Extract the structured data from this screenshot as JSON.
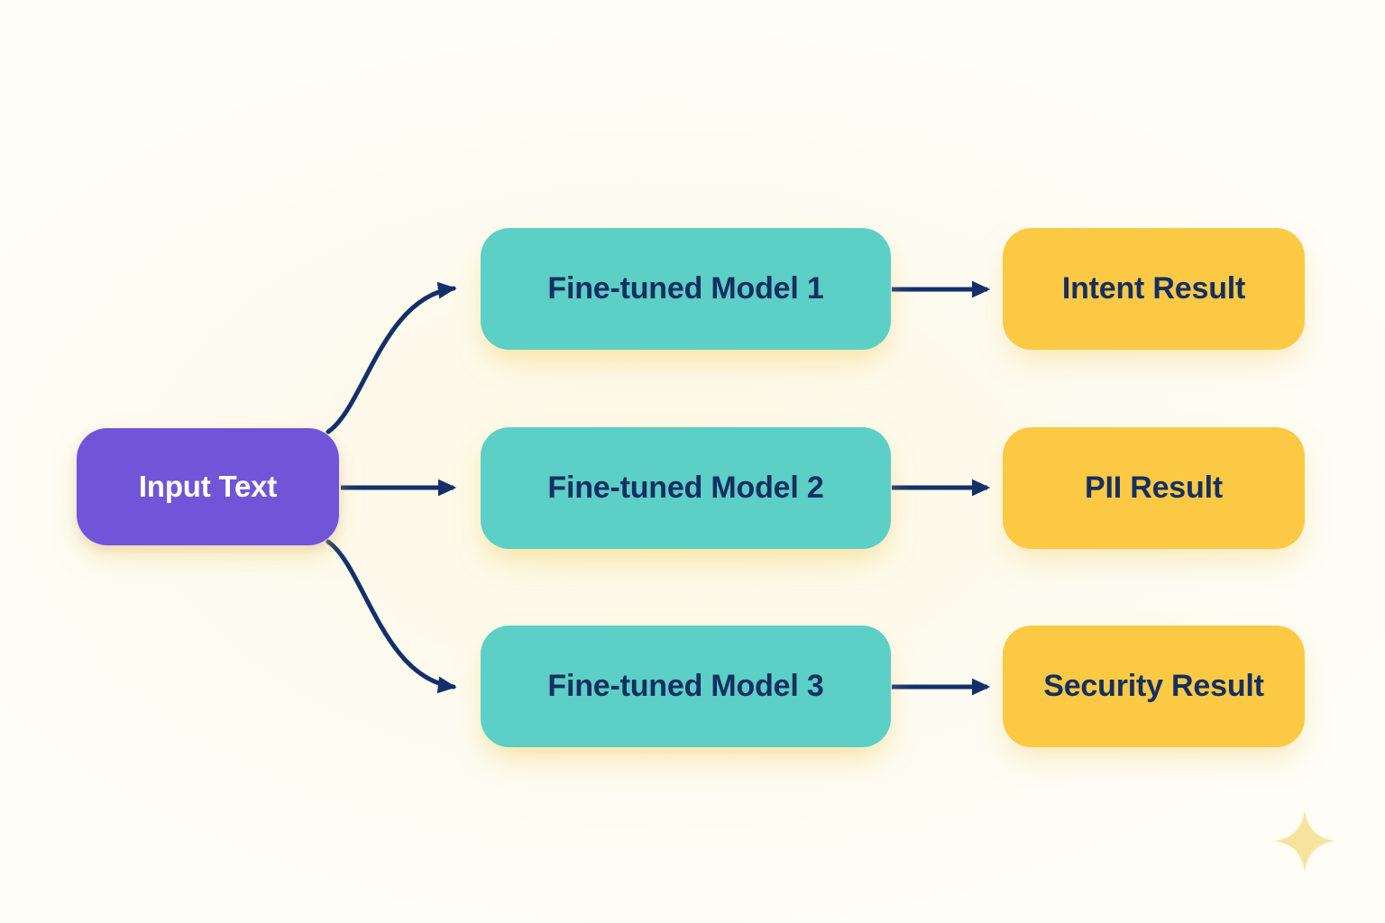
{
  "diagram": {
    "title": "Input Text routed to three fine-tuned models producing three results",
    "background_color": "#fdfcf3",
    "nodes": {
      "input": {
        "label": "Input Text",
        "color": "#7055d8",
        "text_color": "#ffffff"
      },
      "models": [
        {
          "label": "Fine-tuned Model 1",
          "color": "#5ccfc6",
          "text_color": "#152f61"
        },
        {
          "label": "Fine-tuned Model 2",
          "color": "#5ccfc6",
          "text_color": "#152f61"
        },
        {
          "label": "Fine-tuned Model 3",
          "color": "#5ccfc6",
          "text_color": "#152f61"
        }
      ],
      "results": [
        {
          "label": "Intent Result",
          "color": "#fbc944",
          "text_color": "#152f61"
        },
        {
          "label": "PII Result",
          "color": "#fbc944",
          "text_color": "#152f61"
        },
        {
          "label": "Security Result",
          "color": "#fbc944",
          "text_color": "#152f61"
        }
      ]
    },
    "connectors": {
      "color": "#13306b",
      "stroke_width": 5,
      "edges": [
        {
          "from": "Input Text",
          "to": "Fine-tuned Model 1",
          "style": "curved"
        },
        {
          "from": "Input Text",
          "to": "Fine-tuned Model 2",
          "style": "straight"
        },
        {
          "from": "Input Text",
          "to": "Fine-tuned Model 3",
          "style": "curved"
        },
        {
          "from": "Fine-tuned Model 1",
          "to": "Intent Result",
          "style": "straight"
        },
        {
          "from": "Fine-tuned Model 2",
          "to": "PII Result",
          "style": "straight"
        },
        {
          "from": "Fine-tuned Model 3",
          "to": "Security Result",
          "style": "straight"
        }
      ]
    },
    "decoration": {
      "sparkle_color": "#f7e49c",
      "sparkle_name": "sparkle-icon"
    }
  }
}
